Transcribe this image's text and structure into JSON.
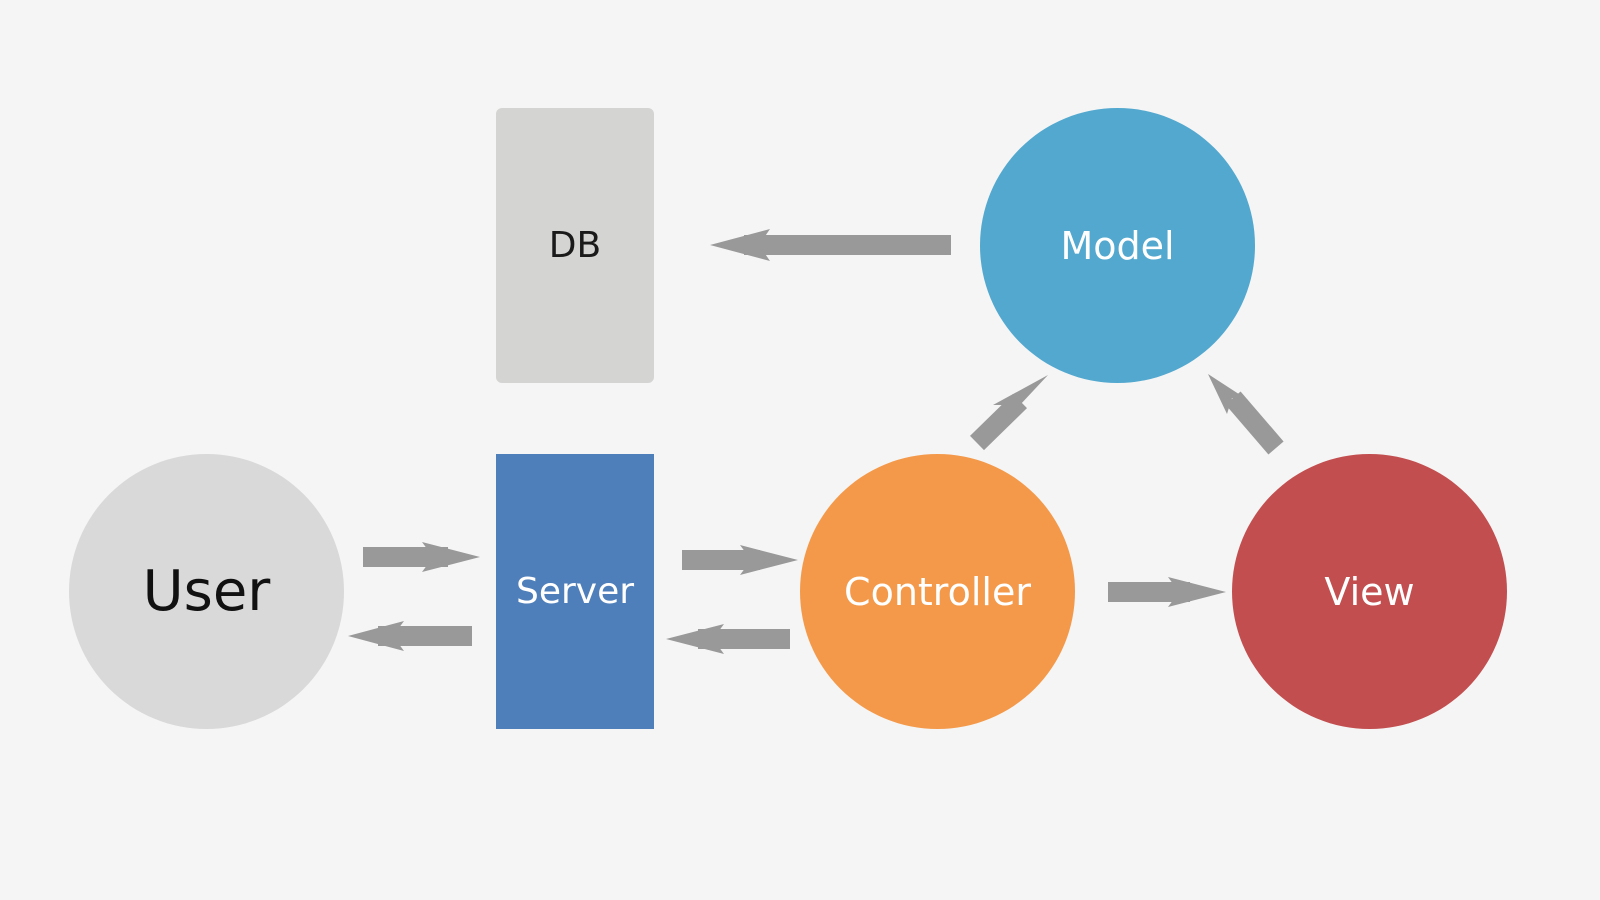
{
  "colors": {
    "background": "#f5f5f5",
    "arrow": "#999999",
    "user": "#d9d9d9",
    "db": "#d4d5d2",
    "server": "#4f7fba",
    "model": "#52a8cf",
    "controller": "#f4994a",
    "view": "#c24e4f"
  },
  "nodes": {
    "user": {
      "label": "User"
    },
    "db": {
      "label": "DB"
    },
    "server": {
      "label": "Server"
    },
    "model": {
      "label": "Model"
    },
    "controller": {
      "label": "Controller"
    },
    "view": {
      "label": "View"
    }
  },
  "edges": [
    {
      "from": "user",
      "to": "server"
    },
    {
      "from": "server",
      "to": "user"
    },
    {
      "from": "server",
      "to": "controller"
    },
    {
      "from": "controller",
      "to": "server"
    },
    {
      "from": "controller",
      "to": "view"
    },
    {
      "from": "controller",
      "to": "model"
    },
    {
      "from": "view",
      "to": "model"
    },
    {
      "from": "model",
      "to": "db"
    }
  ]
}
